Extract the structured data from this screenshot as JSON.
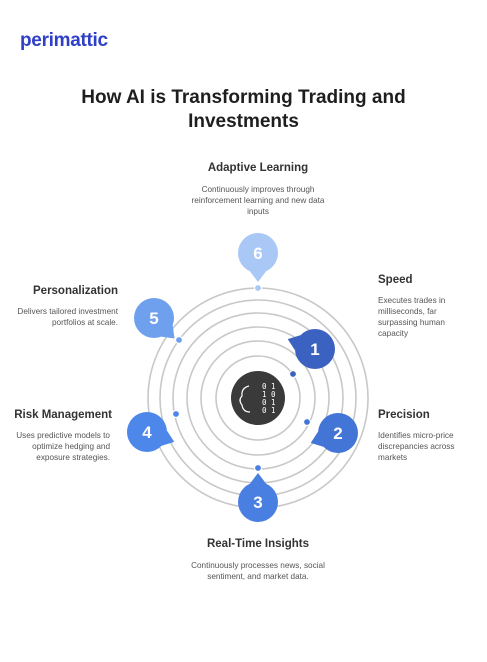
{
  "brand": {
    "logo": "perimattic"
  },
  "title": "How AI is Transforming Trading and Investments",
  "center_glyph": [
    "0 1",
    "1 0",
    "0 1",
    "0 1"
  ],
  "steps": [
    {
      "num": "1",
      "label": "Speed",
      "desc": "Executes trades in milliseconds, far surpassing human capacity",
      "color": "#3b62c1"
    },
    {
      "num": "2",
      "label": "Precision",
      "desc": "Identifies micro-price discrepancies across markets",
      "color": "#4275d6"
    },
    {
      "num": "3",
      "label": "Real-Time Insights",
      "desc": "Continuously processes news, social sentiment, and market data.",
      "color": "#4a7fe2"
    },
    {
      "num": "4",
      "label": "Risk Management",
      "desc": "Uses predictive models to optimize hedging and exposure strategies.",
      "color": "#4d87ea"
    },
    {
      "num": "5",
      "label": "Personalization",
      "desc": "Delivers tailored investment portfolios at scale.",
      "color": "#6fa0ee"
    },
    {
      "num": "6",
      "label": "Adaptive Learning",
      "desc": "Continuously improves through reinforcement learning and new data inputs",
      "color": "#a9c8f5"
    }
  ]
}
